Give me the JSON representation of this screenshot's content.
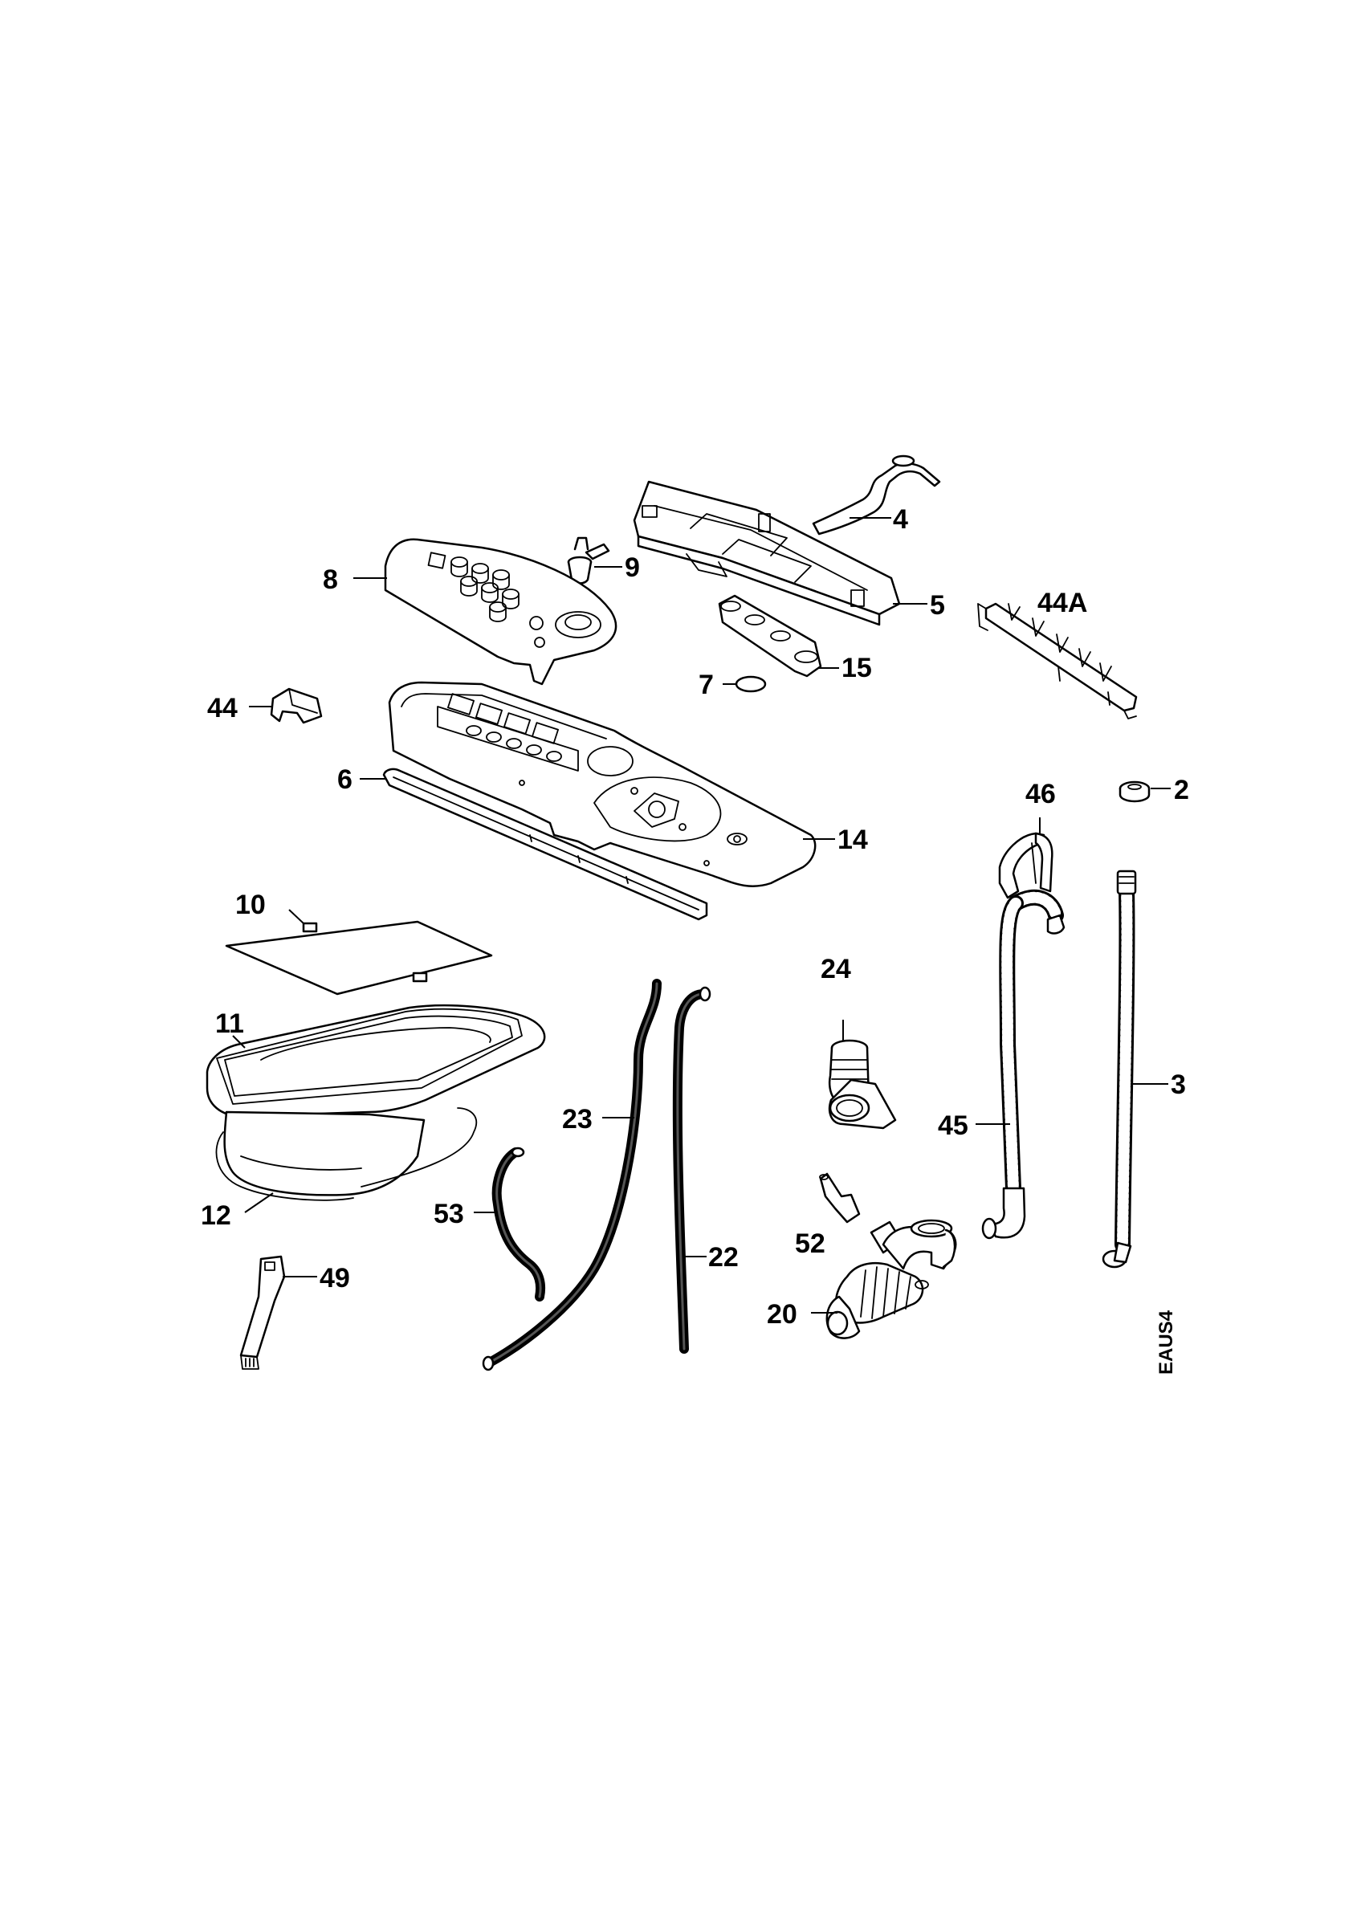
{
  "diagram": {
    "parts": [
      {
        "id": "p2",
        "label": "2"
      },
      {
        "id": "p3",
        "label": "3"
      },
      {
        "id": "p4",
        "label": "4"
      },
      {
        "id": "p5",
        "label": "5"
      },
      {
        "id": "p6",
        "label": "6"
      },
      {
        "id": "p7",
        "label": "7"
      },
      {
        "id": "p8",
        "label": "8"
      },
      {
        "id": "p9",
        "label": "9"
      },
      {
        "id": "p10",
        "label": "10"
      },
      {
        "id": "p11",
        "label": "11"
      },
      {
        "id": "p12",
        "label": "12"
      },
      {
        "id": "p14",
        "label": "14"
      },
      {
        "id": "p15",
        "label": "15"
      },
      {
        "id": "p20",
        "label": "20"
      },
      {
        "id": "p22",
        "label": "22"
      },
      {
        "id": "p23",
        "label": "23"
      },
      {
        "id": "p24",
        "label": "24"
      },
      {
        "id": "p44",
        "label": "44"
      },
      {
        "id": "p44A",
        "label": "44A"
      },
      {
        "id": "p45",
        "label": "45"
      },
      {
        "id": "p46",
        "label": "46"
      },
      {
        "id": "p49",
        "label": "49"
      },
      {
        "id": "p52",
        "label": "52"
      },
      {
        "id": "p53",
        "label": "53"
      }
    ],
    "code": "EAUS4"
  }
}
